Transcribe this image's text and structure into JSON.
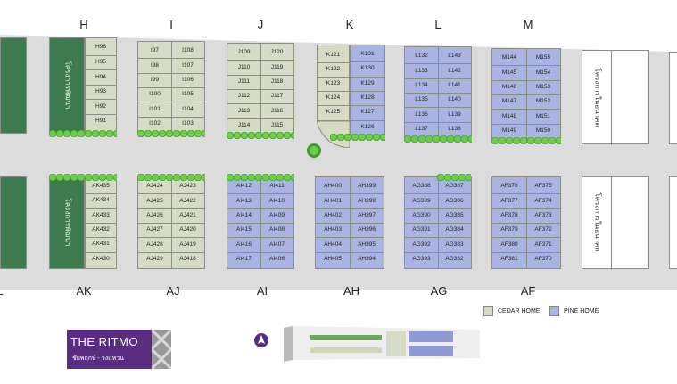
{
  "top_columns": [
    "H",
    "I",
    "J",
    "K",
    "L",
    "M"
  ],
  "bottom_columns": [
    "L",
    "AK",
    "AJ",
    "AI",
    "AH",
    "AG",
    "AF"
  ],
  "blocks_top": {
    "H": [
      "H96",
      "H95",
      "H94",
      "H93",
      "H92",
      "H91"
    ],
    "I_left": [
      "I97",
      "I98",
      "I99",
      "I100",
      "I101",
      "I102"
    ],
    "I_right": [
      "I108",
      "I107",
      "I106",
      "I105",
      "I104",
      "I103"
    ],
    "J_left": [
      "J109",
      "J110",
      "J111",
      "J112",
      "J113",
      "J114"
    ],
    "J_right": [
      "J120",
      "J119",
      "J118",
      "J117",
      "J116",
      "J115"
    ],
    "K_left": [
      "K121",
      "K122",
      "K123",
      "K124",
      "K125"
    ],
    "K_right": [
      "K131",
      "K130",
      "K129",
      "K128",
      "K127",
      "K126"
    ],
    "L_left": [
      "L132",
      "L133",
      "L134",
      "L135",
      "L136",
      "L137"
    ],
    "L_right": [
      "L143",
      "L142",
      "L141",
      "L140",
      "L139",
      "L138"
    ],
    "M_left": [
      "M144",
      "M145",
      "M146",
      "M147",
      "M148",
      "M149"
    ],
    "M_right": [
      "M155",
      "M154",
      "M153",
      "M152",
      "M151",
      "M150"
    ]
  },
  "blocks_bottom": {
    "AK": [
      "AK435",
      "AK434",
      "AK433",
      "AK432",
      "AK431",
      "AK430"
    ],
    "AJ_left": [
      "AJ424",
      "AJ425",
      "AJ426",
      "AJ427",
      "AJ428",
      "AJ429"
    ],
    "AJ_right": [
      "AJ423",
      "AJ422",
      "AJ421",
      "AJ420",
      "AJ419",
      "AJ418"
    ],
    "AI_left": [
      "AI412",
      "AI413",
      "AI414",
      "AI415",
      "AI416",
      "AI417"
    ],
    "AI_right": [
      "AI411",
      "AI410",
      "AI409",
      "AI408",
      "AI407",
      "AI406"
    ],
    "AH_left": [
      "AH400",
      "AH401",
      "AH402",
      "AH403",
      "AH404",
      "AH405"
    ],
    "AH_right": [
      "AH399",
      "AH398",
      "AH397",
      "AH396",
      "AH395",
      "AH394"
    ],
    "AG_left": [
      "AG388",
      "AG389",
      "AG390",
      "AG391",
      "AG392",
      "AG393"
    ],
    "AG_right": [
      "AG387",
      "AG386",
      "AG385",
      "AG384",
      "AG383",
      "AG382"
    ],
    "AF_left": [
      "AF376",
      "AF377",
      "AF378",
      "AF379",
      "AF380",
      "AF381"
    ],
    "AF_right": [
      "AF375",
      "AF374",
      "AF373",
      "AF372",
      "AF371",
      "AF370"
    ]
  },
  "thai_labels": {
    "green_top": "โครงการพัฒนา",
    "green_bottom": "โครงการพัฒนา",
    "plain_top": "โครงการในอนาคต",
    "plain_bottom": "โครงการในอนาคต"
  },
  "legend": {
    "cedar_label": "CEDAR HOME",
    "pine_label": "PINE HOME",
    "cedar_color": "#d5dbc4",
    "pine_color": "#a9b4e3"
  },
  "logo": {
    "name": "THE RITMO",
    "subtitle": "ชัยพฤกษ์ - วงแหวน",
    "color": "#5a2d82"
  },
  "colors": {
    "green_area": "#3d7a4d",
    "road": "#dcdcdc"
  }
}
